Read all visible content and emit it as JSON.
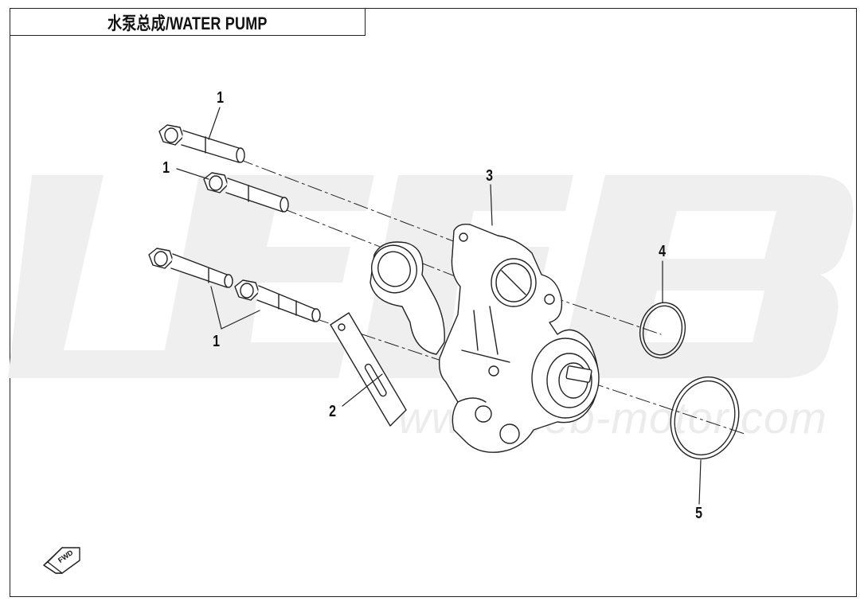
{
  "title": "水泵总成/WATER PUMP",
  "watermark": {
    "brand": "LEEB",
    "url": "www.leeb-motor.com"
  },
  "callouts": {
    "bolt_top": "1",
    "bolt_second": "1",
    "bolt_group": "1",
    "gasket": "2",
    "pump_body": "3",
    "oring_small": "4",
    "oring_large": "5"
  },
  "fwd_label": "FWD",
  "colors": {
    "line": "#222222",
    "watermark": "#ececec"
  }
}
